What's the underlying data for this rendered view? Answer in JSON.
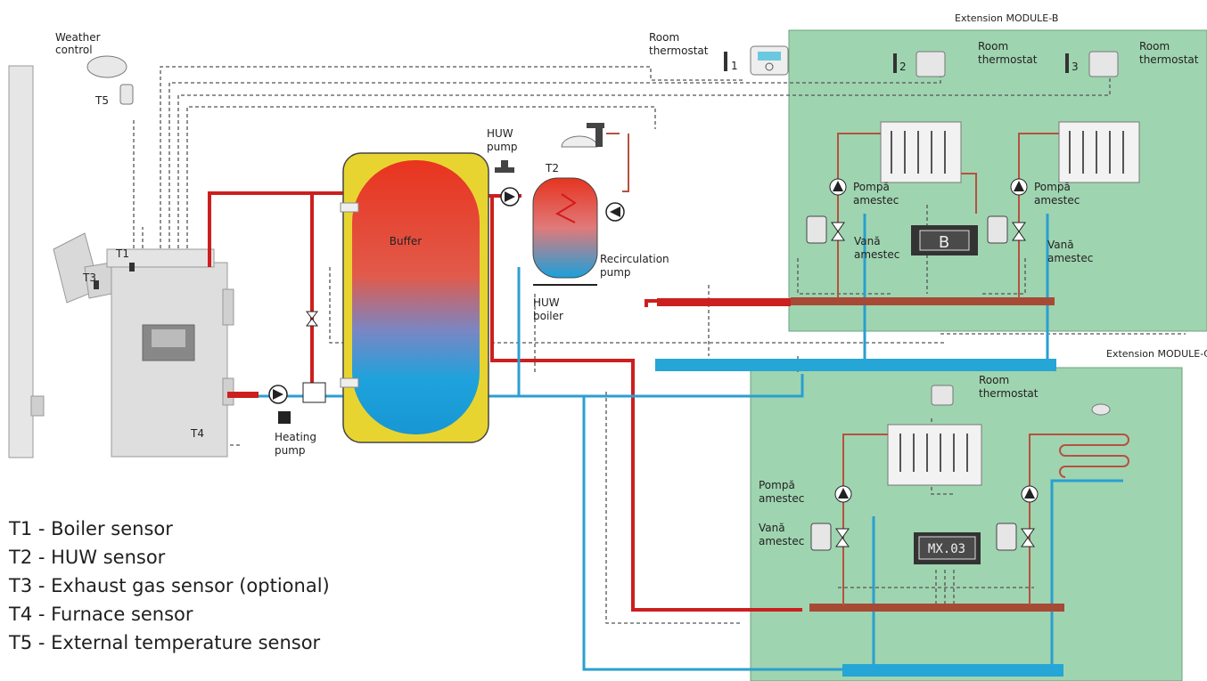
{
  "labels": {
    "weather_control": [
      "Weather",
      "control"
    ],
    "t5": "T5",
    "t1": "T1",
    "t3": "T3",
    "t4": "T4",
    "t2": "T2",
    "buffer": "Buffer",
    "heating_pump": [
      "Heating",
      "pump"
    ],
    "huw_pump": [
      "HUW",
      "pump"
    ],
    "recirculation_pump": [
      "Recirculation",
      "pump"
    ],
    "huw_boiler": [
      "HUW",
      "boiler"
    ],
    "room_thermostat_main": [
      "Room",
      "thermostat"
    ],
    "thermostat_index_1": "1",
    "module_b_title": "Extension MODULE-B",
    "module_b_thermostat_left": [
      "Room",
      "thermostat"
    ],
    "module_b_thermostat_right": [
      "Room",
      "thermostat"
    ],
    "thermostat_index_2": "2",
    "thermostat_index_3": "3",
    "module_b_pump_left": [
      "Pompă",
      "amestec"
    ],
    "module_b_pump_right": [
      "Pompă",
      "amestec"
    ],
    "module_b_valve_left": [
      "Vană",
      "amestec"
    ],
    "module_b_valve_right": [
      "Vană",
      "amestec"
    ],
    "module_b_controller": "B",
    "module_c_title": "Extension MODULE-C",
    "module_c_thermostat": [
      "Room",
      "thermostat"
    ],
    "module_c_pump": [
      "Pompă",
      "amestec"
    ],
    "module_c_valve": [
      "Vană",
      "amestec"
    ],
    "module_c_controller": "MX.03"
  },
  "legend": [
    "T1 - Boiler sensor",
    "T2 - HUW sensor",
    "T3 - Exhaust gas sensor (optional)",
    "T4 - Furnace sensor",
    "T5 - External temperature sensor"
  ],
  "colors": {
    "module_bg": "#9fd4b0",
    "hot_pipe": "#cc1f1f",
    "return_pipe": "#b5523f",
    "cold_pipe": "#2a9fd0",
    "manifold_hot": "#a64a35",
    "manifold_cold": "#25a6d6",
    "buffer_jacket": "#e8d431",
    "buffer_hot": "#e23b24",
    "buffer_cold": "#1aa0dc",
    "signal_line": "#555555"
  }
}
